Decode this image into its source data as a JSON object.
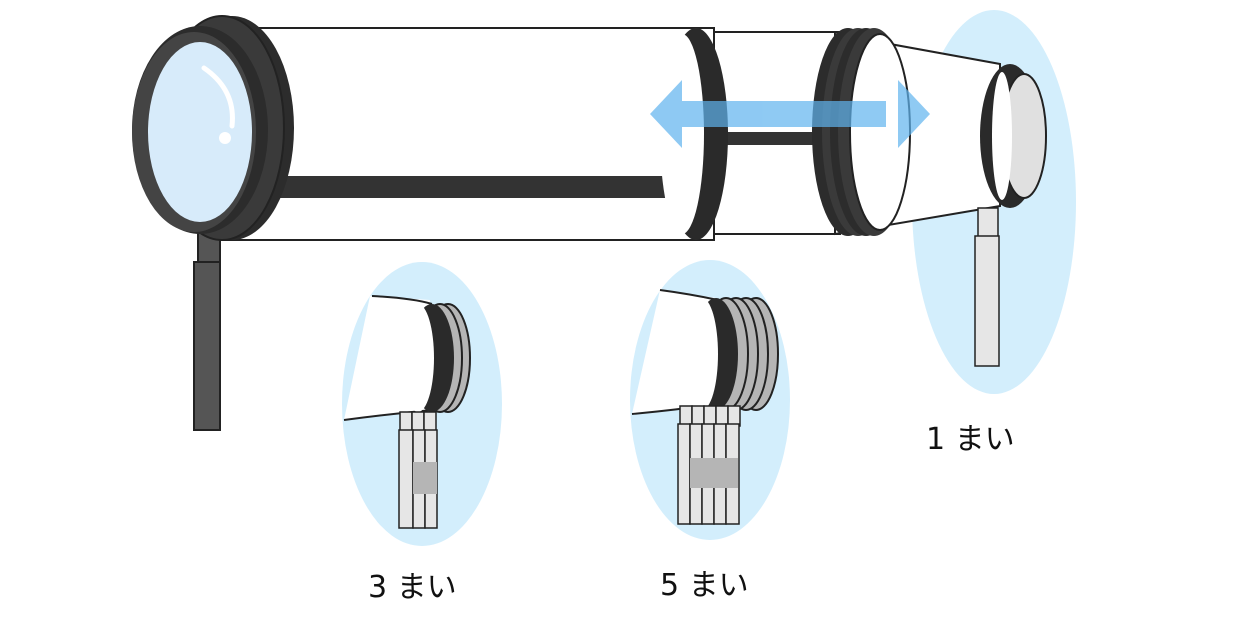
{
  "labels": {
    "one": "1 まい",
    "three": "3 まい",
    "five": "5 まい"
  },
  "colors": {
    "background": "#ffffff",
    "highlight_blue": "#d3eefc",
    "arrow_blue": "#7fc3f2",
    "lens_blue": "#d7ebfa",
    "dark_band": "#333333",
    "handle": "#555555",
    "filter_gray": "#b5b5b5",
    "tab_light": "#e6e6e6"
  },
  "icons": {
    "magnifier": "magnifier-icon",
    "slide_arrow": "double-arrow-icon"
  }
}
